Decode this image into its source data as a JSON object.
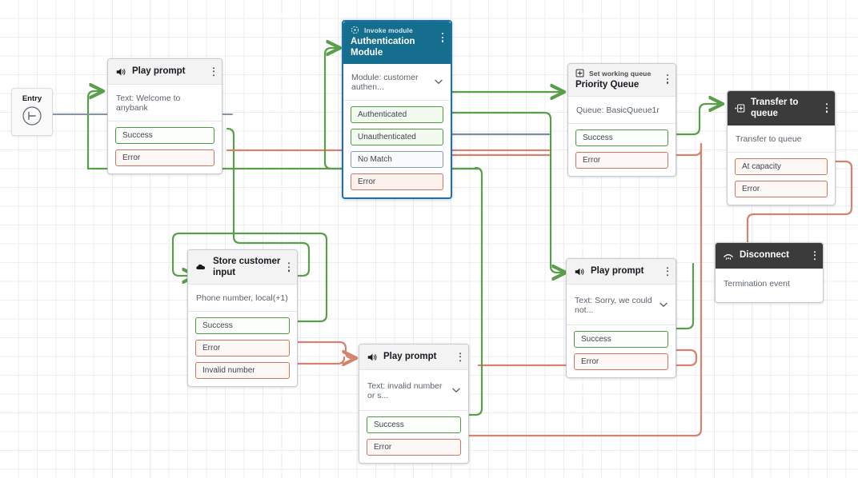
{
  "canvas": {
    "name": "amazon-connect-contact-flow-canvas"
  },
  "entry": {
    "label": "Entry",
    "icon": "entry-point-icon"
  },
  "nodes": [
    {
      "id": "play-prompt-welcome",
      "type_label": "Play prompt",
      "icon": "speaker-icon",
      "description": "Text: Welcome to anybank",
      "has_chevron": false,
      "ports": [
        {
          "label": "Success",
          "kind": "ok"
        },
        {
          "label": "Error",
          "kind": "err"
        }
      ]
    },
    {
      "id": "invoke-module-authentication",
      "type_label": "Invoke module",
      "title": "Authentication Module",
      "icon": "module-icon",
      "description": "Module: customer authen...",
      "has_chevron": true,
      "selected": true,
      "ports": [
        {
          "label": "Authenticated",
          "kind": "ok"
        },
        {
          "label": "Unauthenticated",
          "kind": "ok"
        },
        {
          "label": "No Match",
          "kind": "neutral"
        },
        {
          "label": "Error",
          "kind": "err"
        }
      ]
    },
    {
      "id": "set-working-queue-priority",
      "type_label": "Set working queue",
      "title": "Priority Queue",
      "icon": "queue-icon",
      "description": "Queue: BasicQueue1r",
      "has_chevron": false,
      "ports": [
        {
          "label": "Success",
          "kind": "ok"
        },
        {
          "label": "Error",
          "kind": "err"
        }
      ]
    },
    {
      "id": "transfer-to-queue",
      "type_label": "Transfer to queue",
      "icon": "transfer-queue-icon",
      "description": "Transfer to queue",
      "has_chevron": false,
      "ports": [
        {
          "label": "At capacity",
          "kind": "err"
        },
        {
          "label": "Error",
          "kind": "err"
        }
      ]
    },
    {
      "id": "disconnect",
      "type_label": "Disconnect",
      "icon": "disconnect-icon",
      "description": "Termination event",
      "has_chevron": false,
      "ports": []
    },
    {
      "id": "store-customer-input",
      "type_label": "Store customer input",
      "icon": "store-input-icon",
      "description": "Phone number, local(+1)",
      "has_chevron": false,
      "ports": [
        {
          "label": "Success",
          "kind": "ok"
        },
        {
          "label": "Error",
          "kind": "err"
        },
        {
          "label": "Invalid number",
          "kind": "err"
        }
      ]
    },
    {
      "id": "play-prompt-sorry",
      "type_label": "Play prompt",
      "icon": "speaker-icon",
      "description": "Text: Sorry, we could not...",
      "has_chevron": true,
      "ports": [
        {
          "label": "Success",
          "kind": "ok"
        },
        {
          "label": "Error",
          "kind": "err"
        }
      ]
    },
    {
      "id": "play-prompt-invalid",
      "type_label": "Play prompt",
      "icon": "speaker-icon",
      "description": "Text: invalid number or s...",
      "has_chevron": true,
      "ports": [
        {
          "label": "Success",
          "kind": "ok"
        },
        {
          "label": "Error",
          "kind": "err"
        }
      ]
    }
  ],
  "colors": {
    "success_connector": "#5a9e4b",
    "error_connector": "#d3836f",
    "neutral_connector": "#7d8b9b",
    "entry_connector": "#8792a2",
    "selected_border": "#1b6fb5",
    "teal_header": "#156e8e",
    "dark_header": "#3b3b3b"
  }
}
